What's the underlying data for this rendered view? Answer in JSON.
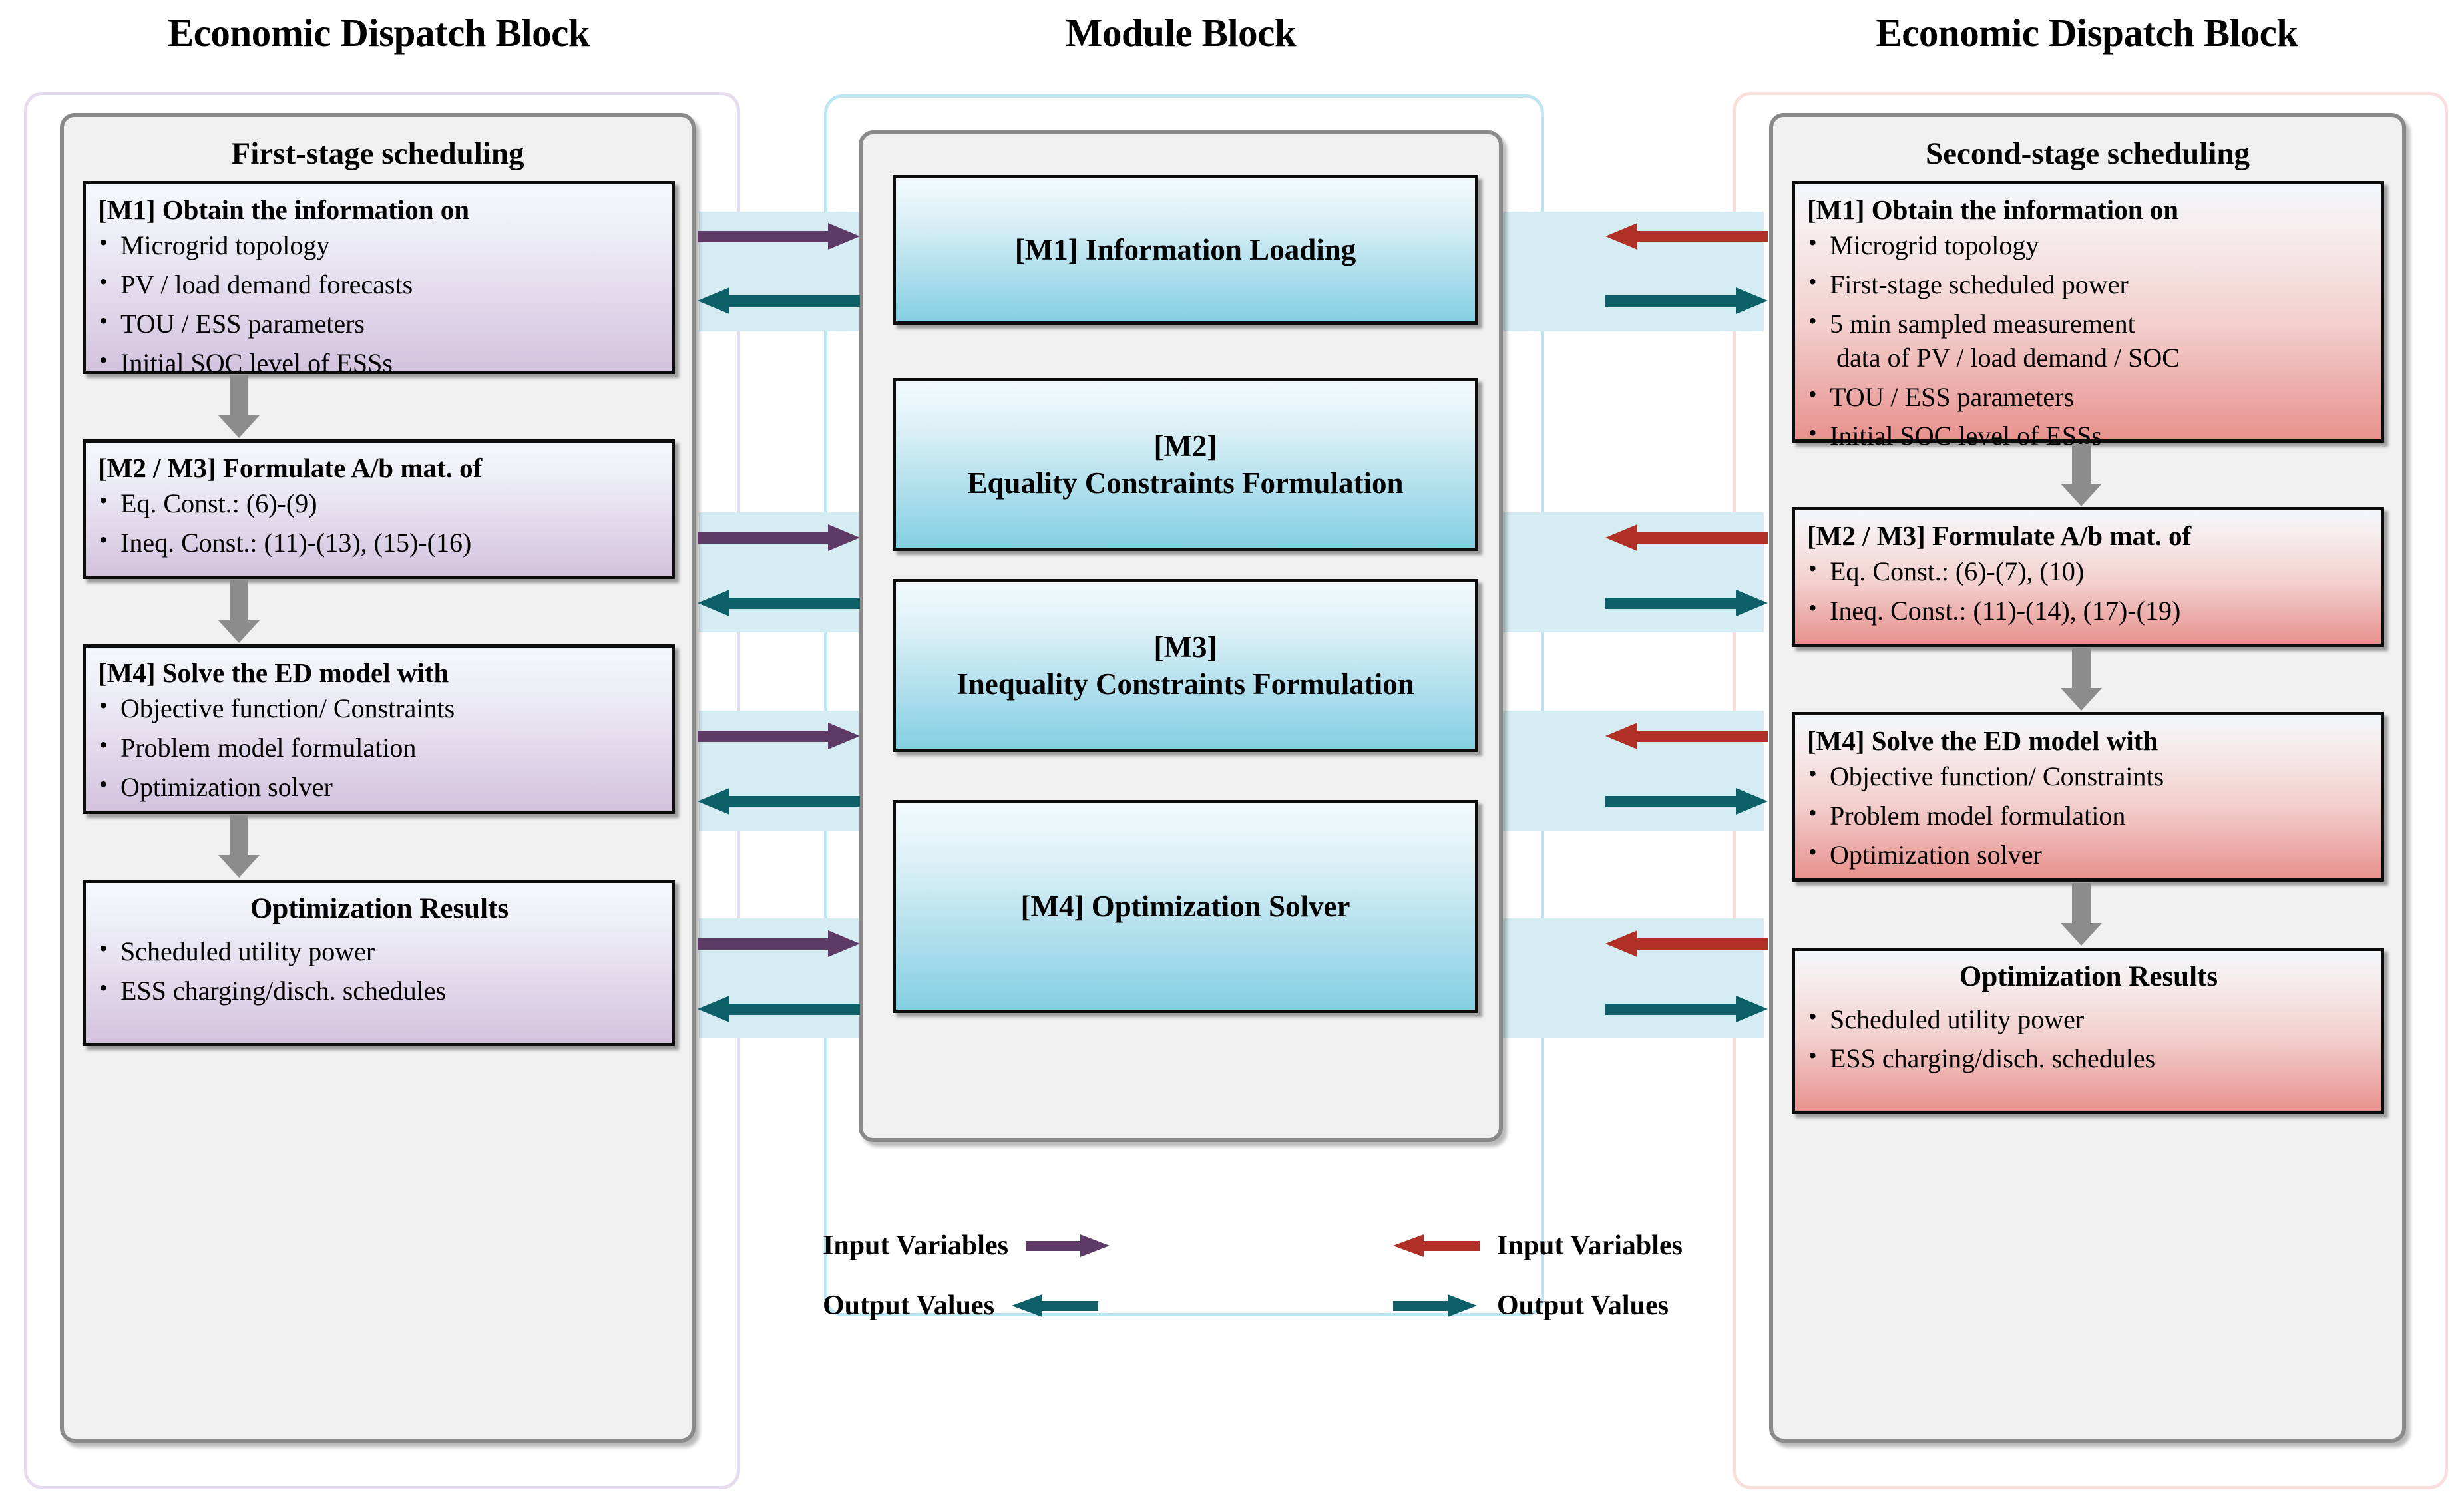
{
  "colors": {
    "input_left_arrow": "#5d3b66",
    "output_left_arrow": "#0d5f68",
    "input_right_arrow": "#b03028",
    "output_right_arrow": "#0d5f68",
    "band": "#d6ecf3",
    "left_frame_border": "#e7dced",
    "mid_frame_border": "#bde5f2",
    "right_frame_border": "#fadede",
    "flow_arrow_gray": "#8c8c8c"
  },
  "titles": {
    "left": "Economic Dispatch Block",
    "middle": "Module Block",
    "right": "Economic Dispatch Block"
  },
  "left_stage": {
    "panel_title": "First-stage scheduling",
    "boxes": [
      {
        "head": "[M1] Obtain the information on",
        "items": [
          "Microgrid topology",
          "PV / load demand forecasts",
          "TOU / ESS parameters",
          "Initial SOC level of ESSs"
        ]
      },
      {
        "head": "[M2 / M3] Formulate A/b mat. of",
        "items": [
          "Eq. Const.: (6)-(9)",
          "Ineq. Const.: (11)-(13), (15)-(16)"
        ]
      },
      {
        "head": "[M4] Solve the ED model with",
        "items": [
          "Objective function/ Constraints",
          "Problem model formulation",
          "Optimization solver"
        ]
      },
      {
        "head": "Optimization Results",
        "items": [
          "Scheduled utility power",
          "ESS charging/disch. schedules"
        ]
      }
    ]
  },
  "right_stage": {
    "panel_title": "Second-stage scheduling",
    "boxes": [
      {
        "head": "[M1] Obtain the information on",
        "items": [
          "Microgrid topology",
          "First-stage scheduled power",
          "5 min sampled measurement",
          "data of PV / load demand / SOC",
          "TOU / ESS parameters",
          "Initial SOC level of ESSs"
        ]
      },
      {
        "head": "[M2 / M3] Formulate A/b mat. of",
        "items": [
          "Eq. Const.:  (6)-(7), (10)",
          "Ineq. Const.: (11)-(14), (17)-(19)"
        ]
      },
      {
        "head": "[M4] Solve the ED model with",
        "items": [
          "Objective function/ Constraints",
          "Problem model formulation",
          "Optimization solver"
        ]
      },
      {
        "head": "Optimization Results",
        "items": [
          "Scheduled utility power",
          "ESS charging/disch. schedules"
        ]
      }
    ]
  },
  "modules": [
    {
      "label": "[M1]  Information Loading"
    },
    {
      "label_line1": "[M2]",
      "label_line2": "Equality Constraints Formulation"
    },
    {
      "label_line1": "[M3]",
      "label_line2": "Inequality Constraints Formulation"
    },
    {
      "label": "[M4] Optimization Solver"
    }
  ],
  "legend": {
    "left_input": "Input Variables",
    "left_output": "Output Values",
    "right_input": "Input Variables",
    "right_output": "Output Values"
  }
}
